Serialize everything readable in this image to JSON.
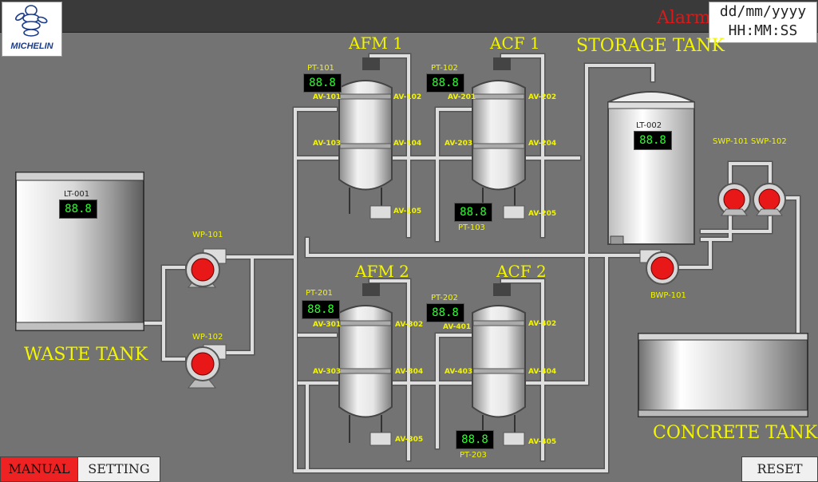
{
  "header": {
    "brand": "MICHELIN",
    "alarm": "Alarm",
    "date": "dd/mm/yyyy",
    "time": "HH:MM:SS"
  },
  "tanks": {
    "waste": {
      "name": "WASTE TANK",
      "level_tag": "LT-001",
      "level_value": "88.8"
    },
    "storage": {
      "name": "STORAGE TANK",
      "level_tag": "LT-002",
      "level_value": "88.8"
    },
    "concrete": {
      "name": "CONCRETE TANK"
    }
  },
  "filters": {
    "afm1": {
      "name": "AFM 1",
      "pt_tag": "PT-101",
      "pt_value": "88.8",
      "valves": [
        "AV-101",
        "AV-102",
        "AV-103",
        "AV-104",
        "AV-105"
      ]
    },
    "acf1": {
      "name": "ACF 1",
      "pt_tag": "PT-102",
      "pt_value": "88.8",
      "pt2_tag": "PT-103",
      "pt2_value": "88.8",
      "valves": [
        "AV-201",
        "AV-202",
        "AV-203",
        "AV-204",
        "AV-205"
      ]
    },
    "afm2": {
      "name": "AFM 2",
      "pt_tag": "PT-201",
      "pt_value": "88.8",
      "valves": [
        "AV-301",
        "AV-302",
        "AV-303",
        "AV-304",
        "AV-305"
      ]
    },
    "acf2": {
      "name": "ACF 2",
      "pt_tag": "PT-202",
      "pt_value": "88.8",
      "pt2_tag": "PT-203",
      "pt2_value": "88.8",
      "valves": [
        "AV-401",
        "AV-402",
        "AV-403",
        "AV-404",
        "AV-405"
      ]
    }
  },
  "pumps": {
    "wp101": "WP-101",
    "wp102": "WP-102",
    "bwp101": "BWP-101",
    "swp101": "SWP-101",
    "swp102": "SWP-102"
  },
  "buttons": {
    "manual": "MANUAL",
    "setting": "SETTING",
    "reset": "RESET"
  },
  "colors": {
    "background": "#737373",
    "label": "#f3f600",
    "display_text": "#2aff2a",
    "pump_red": "#e81818",
    "alarm": "#d81a1a"
  }
}
